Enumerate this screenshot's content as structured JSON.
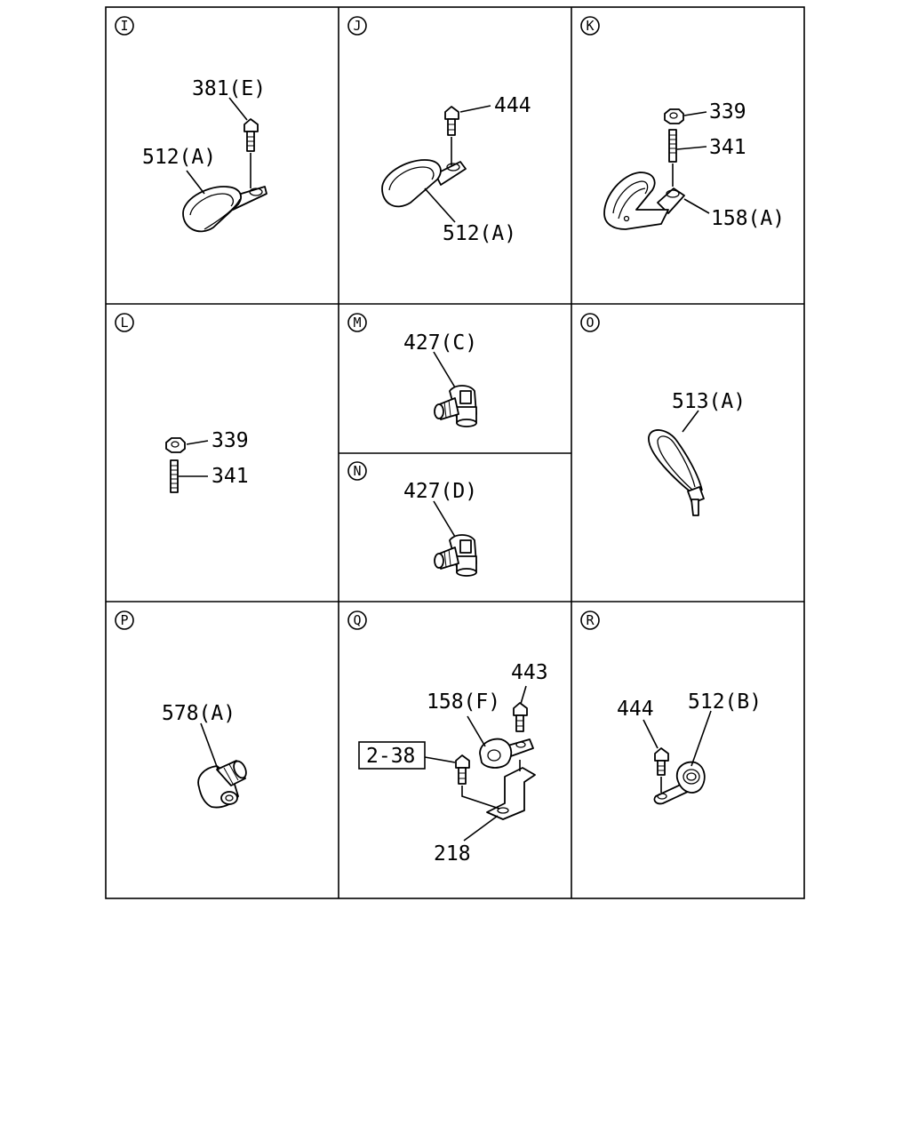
{
  "panels": [
    {
      "letter": "I",
      "labels": [
        "381(E)",
        "512(A)"
      ]
    },
    {
      "letter": "J",
      "labels": [
        "444",
        "512(A)"
      ]
    },
    {
      "letter": "K",
      "labels": [
        "339",
        "341",
        "158(A)"
      ]
    },
    {
      "letter": "L",
      "labels": [
        "339",
        "341"
      ]
    },
    {
      "letter": "M",
      "labels": [
        "427(C)"
      ]
    },
    {
      "letter": "N",
      "labels": [
        "427(D)"
      ]
    },
    {
      "letter": "O",
      "labels": [
        "513(A)"
      ]
    },
    {
      "letter": "P",
      "labels": [
        "578(A)"
      ]
    },
    {
      "letter": "Q",
      "labels": [
        "443",
        "158(F)",
        "2-38",
        "218"
      ]
    },
    {
      "letter": "R",
      "labels": [
        "444",
        "512(B)"
      ]
    }
  ]
}
